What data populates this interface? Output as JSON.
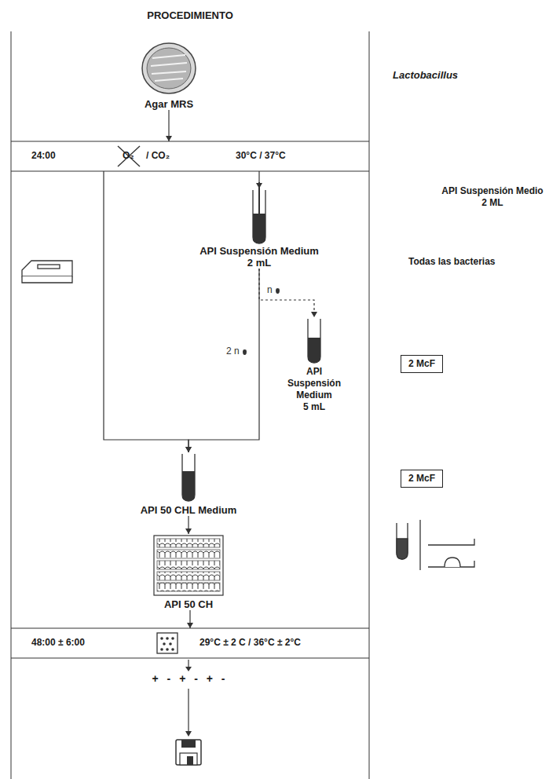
{
  "diagram": {
    "title": "PROCEDIMIENTO",
    "nodes": [
      {
        "text": [
          "Agar MRS"
        ]
      },
      {
        "text": [
          "24:00",
          "O₂",
          "/ CO₂",
          "30°C / 37°C"
        ]
      },
      {
        "text": [
          "API Suspensión Medium",
          "2 mL"
        ]
      },
      {
        "text": [
          "API Suspensión Medium",
          "5 mL"
        ]
      },
      {
        "text": [
          "2 McF"
        ]
      },
      {
        "text": [
          "API 50 CHL Medium"
        ]
      },
      {
        "text": [
          "2 McF"
        ]
      },
      {
        "text": [
          "API 50 CH"
        ]
      },
      {
        "text": [
          "48:00 ± 6:00",
          "29°C ± 2 C / 36°C ± 2°C"
        ]
      }
    ],
    "edges": [
      {
        "from": 0,
        "to": 1,
        "arrow": "to"
      },
      {
        "from": 1,
        "to": 2,
        "arrow": "to"
      },
      {
        "from": 2,
        "to": 3,
        "label": "n",
        "arrow": "to"
      },
      {
        "from": 1,
        "to": 5,
        "arrow": "to"
      },
      {
        "from": 2,
        "to": 5,
        "label": "2 n",
        "arrow": "to"
      },
      {
        "from": 5,
        "to": 7,
        "arrow": "to"
      },
      {
        "from": 7,
        "to": 8,
        "arrow": "to"
      }
    ],
    "labels": [
      "Lactobacillus",
      "API Suspensión Medio 2 ML",
      "Todas las bacterias",
      "+ - + - + -"
    ]
  }
}
